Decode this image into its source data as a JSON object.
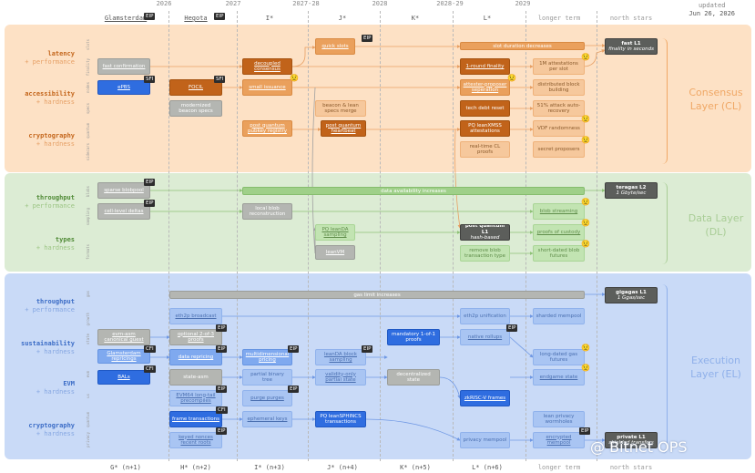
{
  "header": {
    "years": [
      "2026",
      "2027",
      "2027-28",
      "2028",
      "2028-29",
      "2029"
    ],
    "forks_top": [
      "Glamsterdam",
      "Hegota",
      "I*",
      "J*",
      "K*",
      "L*",
      "longer term",
      "north stars"
    ],
    "forks_bottom": [
      "G* (n+1)",
      "H* (n+2)",
      "I* (n+3)",
      "J* (n+4)",
      "K* (n+5)",
      "L* (n+6)",
      "longer term",
      "north stars"
    ],
    "updated_label": "updated",
    "updated_date": "Jun 26, 2026"
  },
  "layers": {
    "cl": "Consensus Layer (CL)",
    "dl": "Data Layer (DL)",
    "el": "Execution Layer (EL)"
  },
  "goals": {
    "latency": {
      "title": "latency",
      "sub": "+ performance"
    },
    "accessibility": {
      "title": "accessibility",
      "sub": "+ hardness"
    },
    "cryptography_cl": {
      "title": "cryptography",
      "sub": "+ hardness"
    },
    "throughput_dl": {
      "title": "throughput",
      "sub": "+ performance"
    },
    "types": {
      "title": "types",
      "sub": "+ hardness"
    },
    "throughput_el": {
      "title": "throughput",
      "sub": "+ performance"
    },
    "sustainability": {
      "title": "sustainability",
      "sub": "+ hardness"
    },
    "evm": {
      "title": "EVM",
      "sub": "+ hardness"
    },
    "cryptography_el": {
      "title": "cryptography",
      "sub": "+ hardness"
    }
  },
  "sublabels": [
    "slots",
    "finality",
    "nodes",
    "specs",
    "quantum",
    "sidecars",
    "blobs",
    "sampling",
    "formats",
    "gas",
    "growth",
    "state",
    "evm",
    "ux",
    "quantum",
    "privacy"
  ],
  "items": {
    "fast_confirmation": "fast confirmation",
    "epbs": "ePBS",
    "focil": "FOCIL",
    "modernized_beacon": "modernized beacon specs",
    "decoupled": "decoupled consensus",
    "small_issuance": "small issuance",
    "pq_pubkey": "post quantum pubkey registry",
    "quick_slots": "quick slots",
    "beacon_lean": "beacon & lean specs merge",
    "pq_heartbeat": "post quantum heartbeat",
    "slot_duration": "slot duration decreases",
    "one_round": "1-round finality",
    "attester_proposer": "attester-proposer seperation",
    "tech_debt": "tech debt reset",
    "pq_leanxmss": "PQ leanXMSS attestations",
    "realtime_cl": "real-time CL proofs",
    "m_attestations": "1M attestations per slot",
    "distributed_block": "distributed block building",
    "attack_recovery": "51% attack auto-recovery",
    "vdf": "VDF randomness",
    "secret_proposers": "secret proposers",
    "fast_l1": "fast L1",
    "fast_l1_sub": "finality in seconds",
    "sparse_blobpool": "sparse blobpool",
    "cell_deltas": "cell-level deltas",
    "local_blob": "local blob reconstruction",
    "da_increases": "data availability increases",
    "pq_leanda": "PQ leanDA sampling",
    "leanvm": "leanVM",
    "pq_l1": "post quantum L1",
    "pq_l1_sub": "hash-based",
    "remove_blob": "remove blob transaction type",
    "blob_streaming": "blob streaming",
    "proofs_custody": "proofs of custody",
    "short_dated": "short-dated blob futures",
    "teragas": "teragas L2",
    "teragas_sub": "1 Gbyte/sec",
    "gas_limit": "gas limit increases",
    "eth2p_broadcast": "eth2p broadcast",
    "evm_asm": "evm-asm canonical guest",
    "optional_proofs": "optional 2-of-3 proofs",
    "glamsterdam_repricings": "Glamsterdam repricings",
    "data_repricing": "data repricing",
    "bals": "BALs",
    "state_asm": "state-asm",
    "evm64": "EVM64 long-tail precompiles",
    "frame_tx": "frame transactions",
    "keyed_nonces": "keyed nonces recent roots",
    "multidim_pricing": "multidimensional pricing",
    "partial_binary": "partial binary tree",
    "purge": "purge purges",
    "ephemeral_keys": "ephemeral keys",
    "leanda_block": "leanDA block sampling",
    "validity_state": "validity-only partial state",
    "pq_leansphincs": "PQ leanSPHINCS transactions",
    "mandatory_proofs": "mandatory 1-of-1 proofs",
    "decentralized_state": "decentralized state",
    "eth2p_unification": "eth2p unification",
    "native_rollups": "native rollups",
    "zkrisc": "zkRISC-V frames",
    "privacy_mempool": "privacy mempool",
    "sharded_mempool": "sharded mempool",
    "long_dated": "long-dated gas futures",
    "endgame_state": "endgame state",
    "lean_privacy": "lean privacy wormholes",
    "encrypted_mempool": "encrypted mempool",
    "gigagas": "gigagas L1",
    "gigagas_sub": "1 Ggas/sec",
    "private_l1": "private L1",
    "private_l1_sub": "shielded transfers"
  },
  "tags": {
    "eip": "EIP",
    "sfi": "SFI",
    "cfi": "CFI"
  },
  "watermark": "@ Bitnet OPS",
  "colors": {
    "cl_band": "#fde1c5",
    "dl_band": "#dcecd4",
    "el_band": "#c9daf7",
    "orange": "#c1631a",
    "green": "#9fd089",
    "blue": "#2f6de0"
  }
}
